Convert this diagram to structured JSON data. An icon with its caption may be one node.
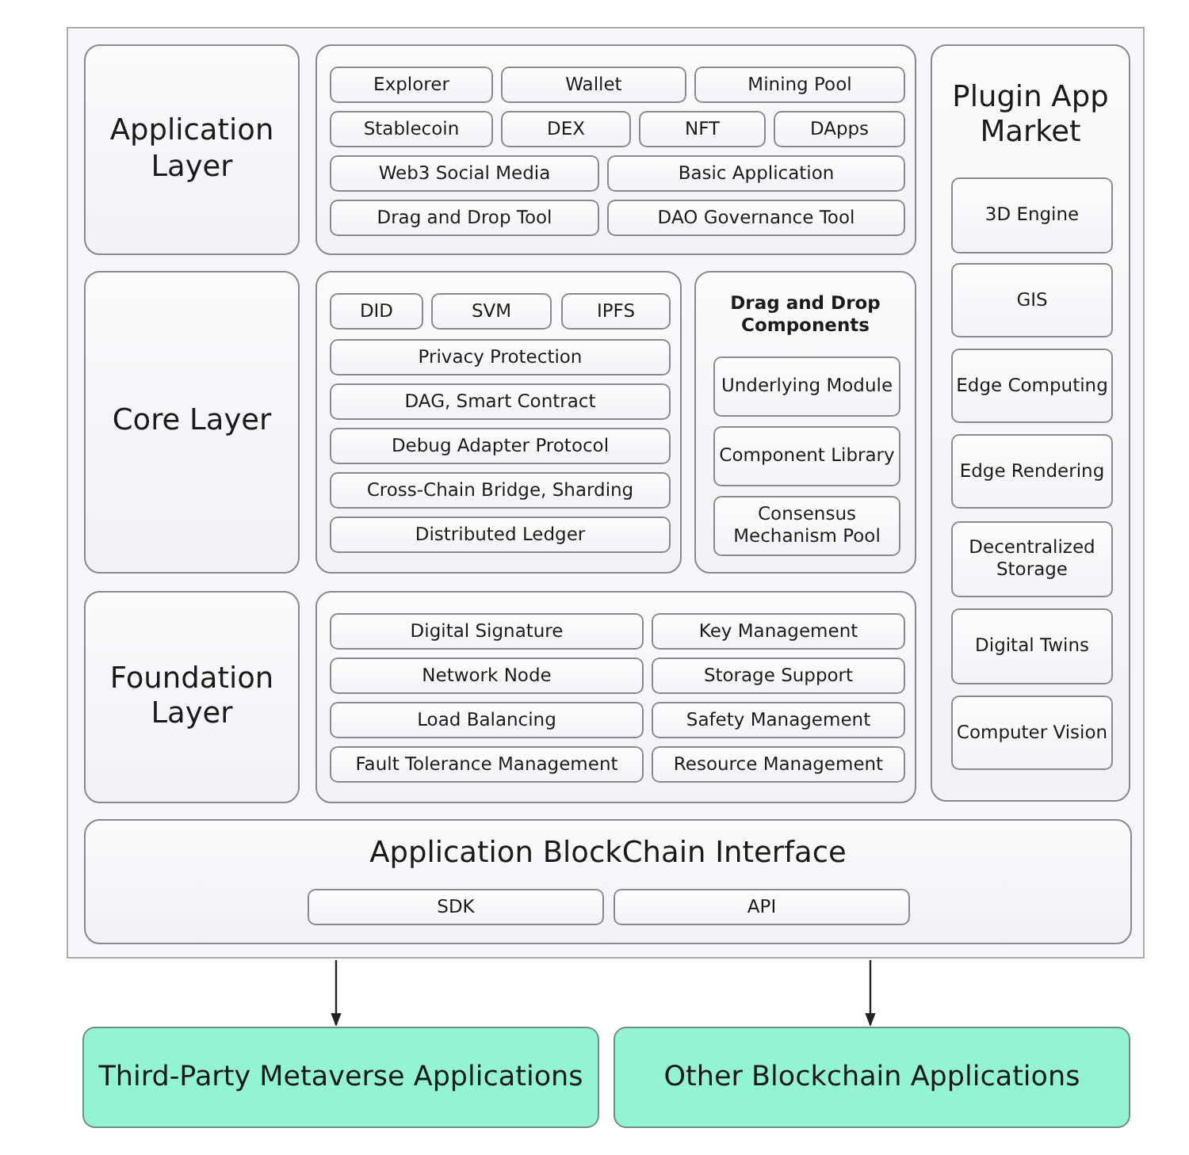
{
  "diagram": {
    "nodes": [
      {
        "text": [],
        "shape": "box"
      },
      {
        "text": [
          "Application Layer"
        ],
        "in": 0
      },
      {
        "text": [],
        "shape": "box",
        "in": 0
      },
      {
        "text": [
          "Explorer"
        ],
        "in": 2
      },
      {
        "text": [
          "Wallet"
        ],
        "in": 2
      },
      {
        "text": [
          "Mining Pool"
        ],
        "in": 2
      },
      {
        "text": [
          "Stablecoin"
        ],
        "in": 2
      },
      {
        "text": [
          "DEX"
        ],
        "in": 2
      },
      {
        "text": [
          "NFT"
        ],
        "in": 2
      },
      {
        "text": [
          "DApps"
        ],
        "in": 2
      },
      {
        "text": [
          "Web3 Social Media"
        ],
        "in": 2
      },
      {
        "text": [
          "Basic Application"
        ],
        "in": 2
      },
      {
        "text": [
          "Drag and Drop Tool"
        ],
        "in": 2
      },
      {
        "text": [
          "DAO Governance Tool"
        ],
        "in": 2
      },
      {
        "text": [
          "Plugin App Market"
        ],
        "in": 0
      },
      {
        "text": [
          "3D Engine"
        ],
        "in": 14
      },
      {
        "text": [
          "GIS"
        ],
        "in": 14
      },
      {
        "text": [
          "Edge Computing"
        ],
        "in": 14
      },
      {
        "text": [
          "Edge Rendering"
        ],
        "in": 14
      },
      {
        "text": [
          "Decentralized Storage"
        ],
        "in": 14
      },
      {
        "text": [
          "Digital Twins"
        ],
        "in": 14
      },
      {
        "text": [
          "Computer Vision"
        ],
        "in": 14
      },
      {
        "text": [
          "Core Layer"
        ],
        "in": 0
      },
      {
        "text": [],
        "shape": "box",
        "in": 0
      },
      {
        "text": [
          "DID"
        ],
        "in": 23
      },
      {
        "text": [
          "SVM"
        ],
        "in": 23
      },
      {
        "text": [
          "IPFS"
        ],
        "in": 23
      },
      {
        "text": [
          "Privacy Protection"
        ],
        "in": 23
      },
      {
        "text": [
          "DAG, Smart Contract"
        ],
        "in": 23
      },
      {
        "text": [
          "Debug Adapter Protocol"
        ],
        "in": 23
      },
      {
        "text": [
          "Cross-Chain Bridge, Sharding"
        ],
        "in": 23
      },
      {
        "text": [
          "Distributed Ledger"
        ],
        "in": 23
      },
      {
        "text": [
          "Drag and Drop Components"
        ],
        "in": 0
      },
      {
        "text": [
          "Underlying Module"
        ],
        "in": 32
      },
      {
        "text": [
          "Component Library"
        ],
        "in": 32
      },
      {
        "text": [
          "Consensus Mechanism Pool"
        ],
        "in": 32
      },
      {
        "text": [
          "Foundation Layer"
        ],
        "in": 0
      },
      {
        "text": [],
        "shape": "box",
        "in": 0
      },
      {
        "text": [
          "Digital Signature"
        ],
        "in": 37
      },
      {
        "text": [
          "Key Management"
        ],
        "in": 37
      },
      {
        "text": [
          "Network Node"
        ],
        "in": 37
      },
      {
        "text": [
          "Storage Support"
        ],
        "in": 37
      },
      {
        "text": [
          "Load Balancing"
        ],
        "in": 37
      },
      {
        "text": [
          "Safety Management"
        ],
        "in": 37
      },
      {
        "text": [
          "Fault Tolerance Management"
        ],
        "in": 37
      },
      {
        "text": [
          "Resource Management"
        ],
        "in": 37
      },
      {
        "text": [
          "Application BlockChain Interface"
        ],
        "in": 0
      },
      {
        "text": [
          "SDK"
        ],
        "in": 46
      },
      {
        "text": [
          "API"
        ],
        "in": 46
      },
      {
        "text": [
          "Third-Party Metaverse Applications"
        ]
      },
      {
        "text": [
          "Other Blockchain Applications"
        ]
      }
    ],
    "edges": [
      {
        "from": 0,
        "to": 49,
        "arrow": "to"
      },
      {
        "from": 0,
        "to": 50,
        "arrow": "to"
      }
    ]
  }
}
